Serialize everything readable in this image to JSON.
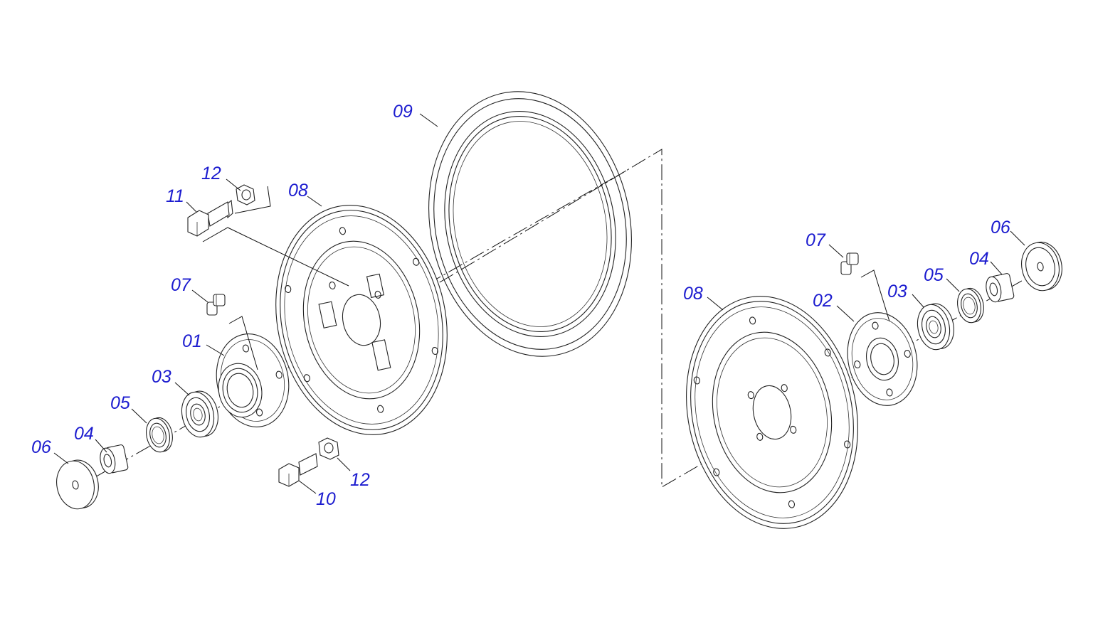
{
  "labels": {
    "l_09": "09",
    "l_12a": "12",
    "l_11": "11",
    "l_08a": "08",
    "l_07a": "07",
    "l_01": "01",
    "l_03a": "03",
    "l_05a": "05",
    "l_04a": "04",
    "l_06a": "06",
    "l_12b": "12",
    "l_10": "10",
    "l_07b": "07",
    "l_06b": "06",
    "l_04b": "04",
    "l_05b": "05",
    "l_03b": "03",
    "l_02": "02",
    "l_08b": "08"
  },
  "colors": {
    "label": "#1c1ccf",
    "line": "#222222",
    "background": "#ffffff"
  }
}
